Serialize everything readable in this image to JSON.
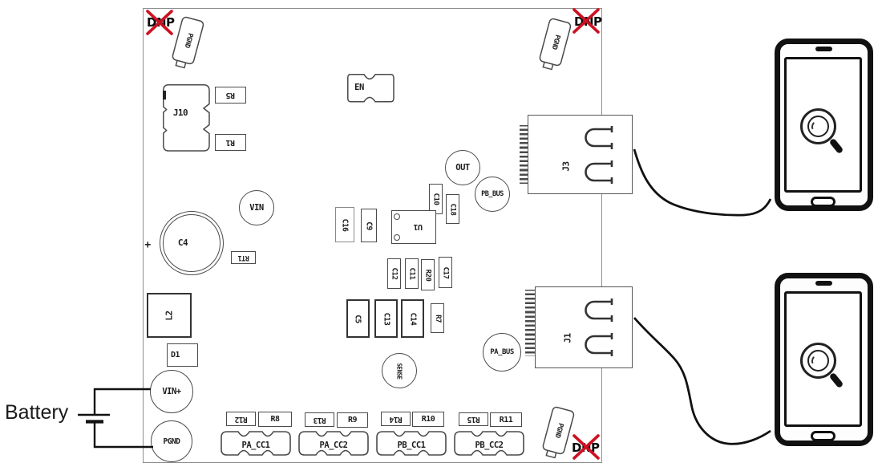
{
  "figure": {
    "battery_label": "Battery",
    "dnp_label": "DNP",
    "icons": {
      "phone": "smartphone-magnifier-icon",
      "battery": "battery-symbol-icon",
      "dnp_cross": "red-x-cross-icon"
    },
    "colors": {
      "outline": "#4a4a4a",
      "board_edge": "#8f8f8f",
      "cross_red": "#cc1122",
      "phone_black": "#111111"
    }
  },
  "board": {
    "connectors": {
      "j10": "J10",
      "j3": "J3",
      "j1": "J1"
    },
    "jumpers": {
      "en": "EN",
      "pa_cc1": "PA_CC1",
      "pa_cc2": "PA_CC2",
      "pb_cc1": "PB_CC1",
      "pb_cc2": "PB_CC2"
    },
    "test_points": {
      "vin": "VIN",
      "vin_plus": "VIN+",
      "pgnd": "PGND",
      "out": "OUT",
      "pb_bus": "PB_BUS",
      "pa_bus": "PA_BUS",
      "sense": "SENSE"
    },
    "refdes": {
      "r5": "R5",
      "r1": "R1",
      "c4": "C4",
      "c4_plus": "+",
      "rt1": "RT1",
      "l2": "L2",
      "d1": "D1",
      "c16": "C16",
      "c9": "C9",
      "c10": "C10",
      "c18": "C18",
      "u1": "U1",
      "c12": "C12",
      "c11": "C11",
      "r20": "R20",
      "c17": "C17",
      "c5": "C5",
      "c13": "C13",
      "c14": "C14",
      "r7": "R7",
      "r12": "R12",
      "r8": "R8",
      "r13": "R13",
      "r9": "R9",
      "r14": "R14",
      "r10": "R10",
      "r15": "R15",
      "r11": "R11"
    }
  }
}
